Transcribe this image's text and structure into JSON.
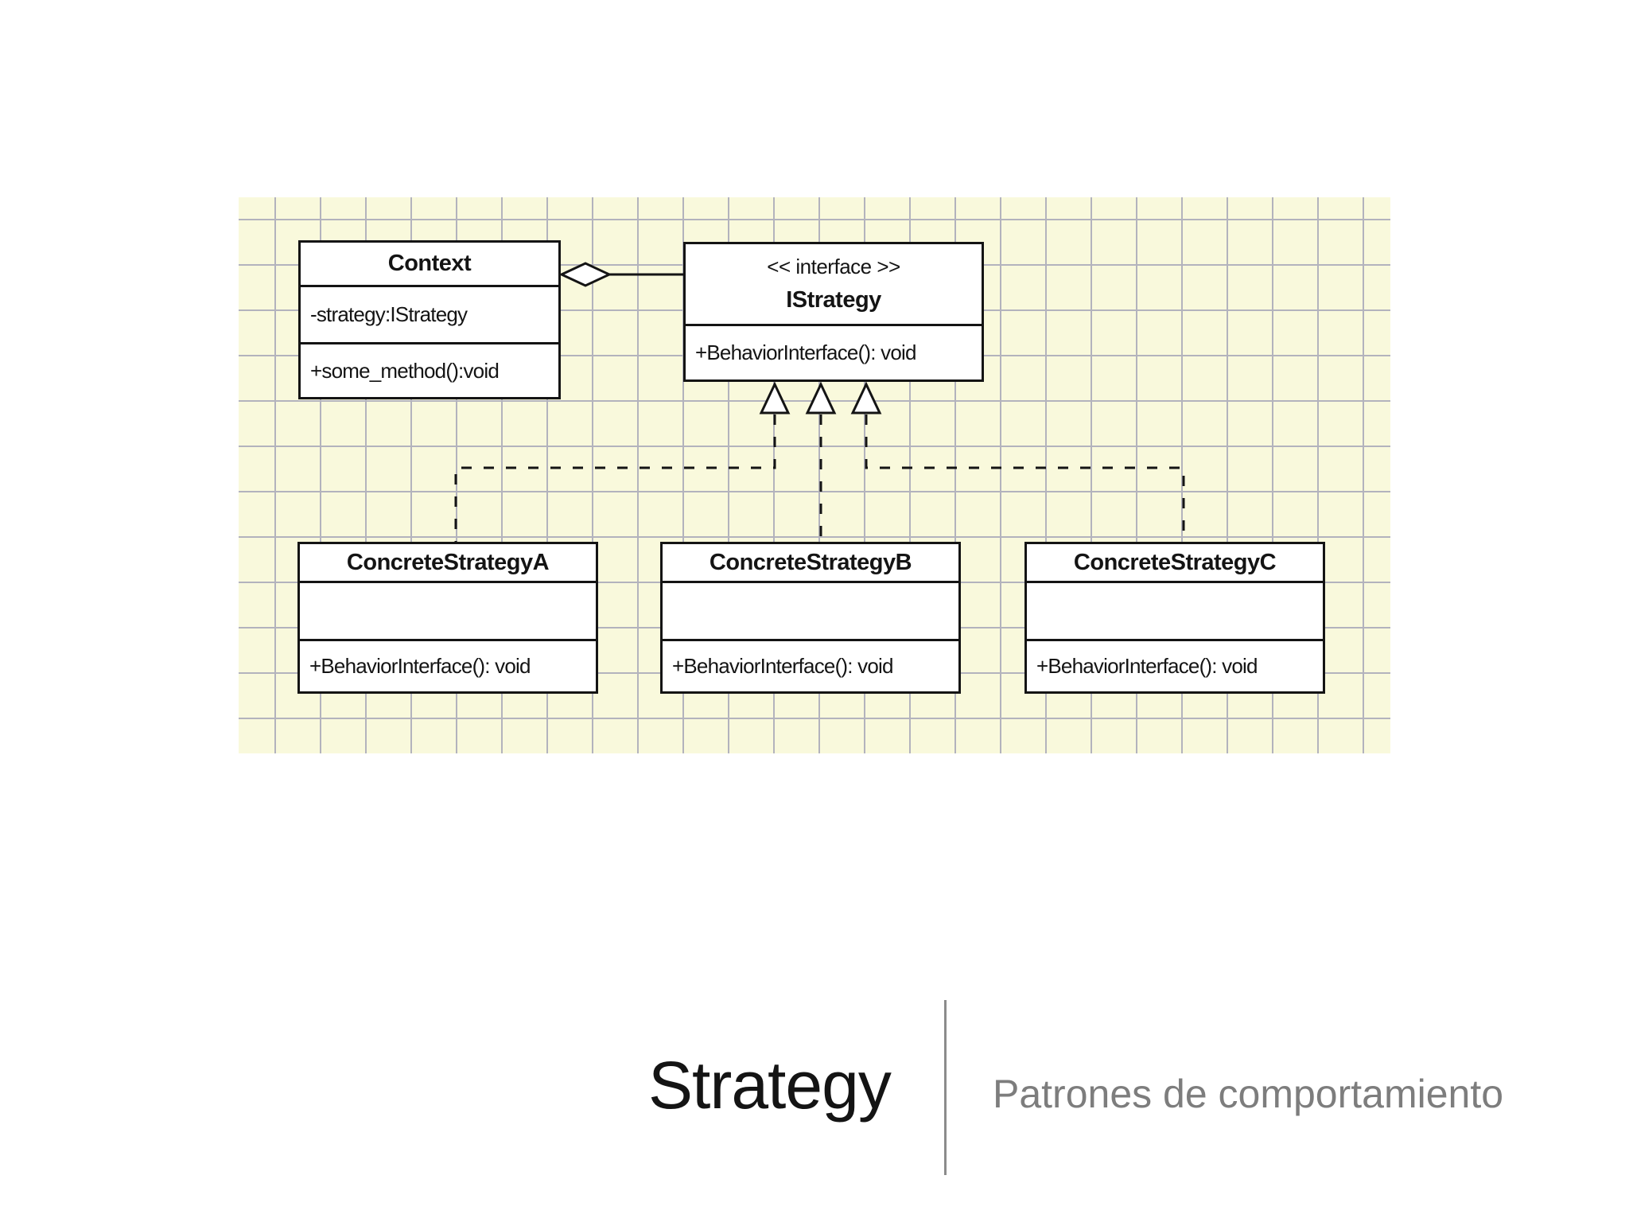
{
  "slide": {
    "title": "Strategy",
    "subtitle": "Patrones de comportamiento"
  },
  "diagram": {
    "classes": {
      "context": {
        "name": "Context",
        "attributes": [
          "-strategy:IStrategy"
        ],
        "methods": [
          "+some_method():void"
        ]
      },
      "istrategy": {
        "stereotype": "<< interface >>",
        "name": "IStrategy",
        "methods": [
          "+BehaviorInterface(): void"
        ]
      },
      "concrete_a": {
        "name": "ConcreteStrategyA",
        "attributes": [
          ""
        ],
        "methods": [
          "+BehaviorInterface(): void"
        ]
      },
      "concrete_b": {
        "name": "ConcreteStrategyB",
        "attributes": [
          ""
        ],
        "methods": [
          "+BehaviorInterface(): void"
        ]
      },
      "concrete_c": {
        "name": "ConcreteStrategyC",
        "attributes": [
          ""
        ],
        "methods": [
          "+BehaviorInterface(): void"
        ]
      }
    },
    "relations": {
      "aggregation": "Context o— IStrategy",
      "realizations": [
        "ConcreteStrategyA ..|> IStrategy",
        "ConcreteStrategyB ..|> IStrategy",
        "ConcreteStrategyC ..|> IStrategy"
      ]
    }
  },
  "colors": {
    "grid_bg": "#f9f9dc",
    "grid_line": "#b3b3bd",
    "line": "#141414",
    "divider": "#8c8c8c",
    "subtitle_gray": "#7d7d7d"
  }
}
